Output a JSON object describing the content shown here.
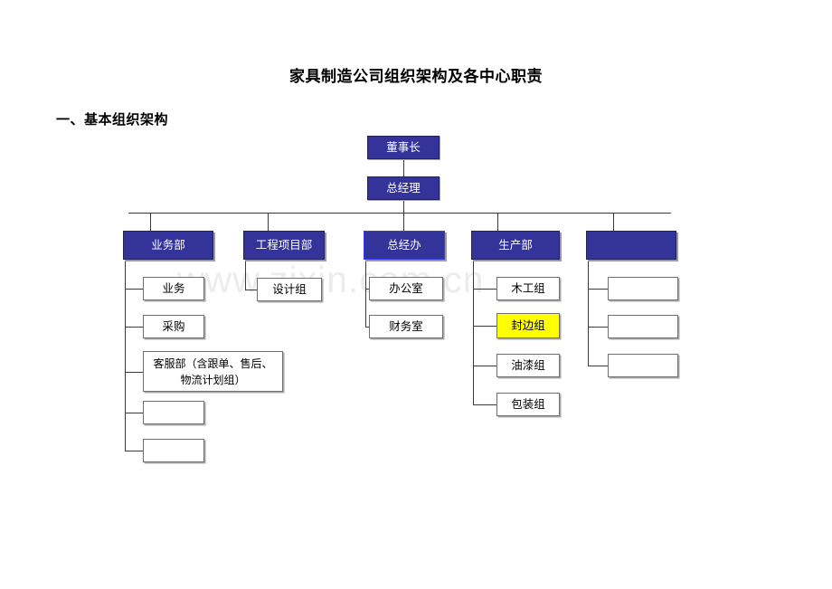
{
  "document": {
    "title": "家具制造公司组织架构及各中心职责",
    "section_heading": "一、基本组织架构"
  },
  "watermark": {
    "text": "www.zixin.com.cn",
    "color": "#ececec"
  },
  "colors": {
    "node_fill": "#33339a",
    "node_text": "#ffffff",
    "leaf_fill": "#ffffff",
    "leaf_text": "#000000",
    "highlight_fill": "#ffff00",
    "selected_border": "#3a3af0",
    "connector": "#3a3a3a"
  },
  "org_chart": {
    "chairman": {
      "label": "董事长"
    },
    "general_manager": {
      "label": "总经理"
    },
    "departments": [
      {
        "label": "业务部",
        "selected": false,
        "children": [
          {
            "label": "业务",
            "highlight": false
          },
          {
            "label": "采购",
            "highlight": false
          },
          {
            "label": "客服部（含跟单、售后、物流计划组）",
            "highlight": false
          },
          {
            "label": "",
            "highlight": false
          },
          {
            "label": "",
            "highlight": false
          }
        ]
      },
      {
        "label": "工程项目部",
        "selected": false,
        "children": [
          {
            "label": "设计组",
            "highlight": false
          }
        ]
      },
      {
        "label": "总经办",
        "selected": true,
        "children": [
          {
            "label": "办公室",
            "highlight": false
          },
          {
            "label": "财务室",
            "highlight": false
          }
        ]
      },
      {
        "label": "生产部",
        "selected": false,
        "children": [
          {
            "label": "木工组",
            "highlight": false
          },
          {
            "label": "封边组",
            "highlight": true
          },
          {
            "label": "油漆组",
            "highlight": false
          },
          {
            "label": "包装组",
            "highlight": false
          }
        ]
      },
      {
        "label": "",
        "selected": false,
        "children": [
          {
            "label": "",
            "highlight": false
          },
          {
            "label": "",
            "highlight": false
          },
          {
            "label": "",
            "highlight": false
          }
        ]
      }
    ]
  }
}
